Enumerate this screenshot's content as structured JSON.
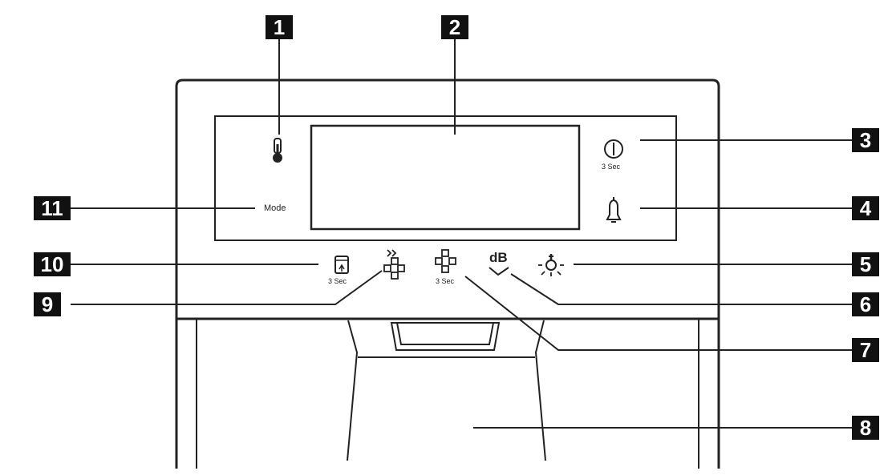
{
  "colors": {
    "line": "#222222",
    "callout_bg": "#111111",
    "callout_text": "#ffffff"
  },
  "panel": {
    "mode_label": "Mode",
    "sec_label": "3 Sec",
    "db_label": "dB"
  },
  "callouts": [
    "1",
    "2",
    "3",
    "4",
    "5",
    "6",
    "7",
    "8",
    "9",
    "10",
    "11"
  ],
  "icons": [
    "thermometer-icon",
    "display-screen",
    "power-icon",
    "bell-icon",
    "light-bulb-icon",
    "decibel-icon",
    "child-lock-icon",
    "fast-freeze-icon",
    "filter-icon"
  ]
}
